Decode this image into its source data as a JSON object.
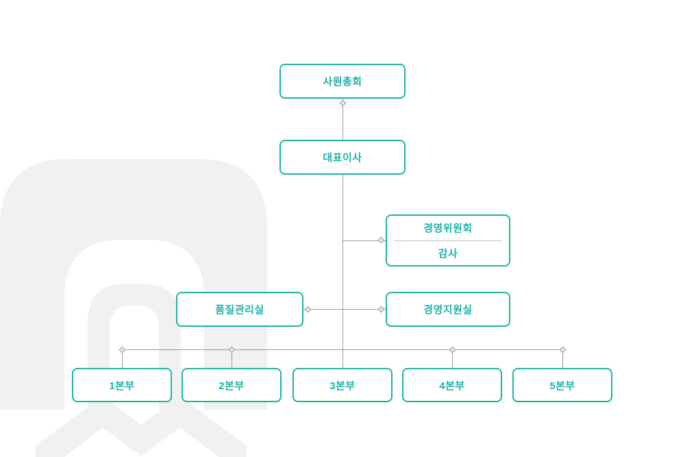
{
  "colors": {
    "accent": "#1db3a8",
    "line": "#9b9b9b",
    "divider": "#c4c4c4",
    "watermark": "#f1f1f1",
    "background": "#ffffff"
  },
  "diagram": {
    "type": "org-chart",
    "nodes": {
      "general_meeting": {
        "label": "사원총회"
      },
      "ceo": {
        "label": "대표이사"
      },
      "committee": {
        "label_top": "경영위원회",
        "label_bottom": "감사"
      },
      "quality_office": {
        "label": "품질관리실"
      },
      "support_office": {
        "label": "경영지원실"
      },
      "division1": {
        "label": "1본부"
      },
      "division2": {
        "label": "2본부"
      },
      "division3": {
        "label": "3본부"
      },
      "division4": {
        "label": "4본부"
      },
      "division5": {
        "label": "5본부"
      }
    },
    "edges": [
      {
        "from": "general_meeting",
        "to": "ceo"
      },
      {
        "from": "ceo",
        "to": "committee"
      },
      {
        "from": "ceo",
        "to": "quality_office"
      },
      {
        "from": "ceo",
        "to": "support_office"
      },
      {
        "from": "ceo",
        "to": "division1"
      },
      {
        "from": "ceo",
        "to": "division2"
      },
      {
        "from": "ceo",
        "to": "division3"
      },
      {
        "from": "ceo",
        "to": "division4"
      },
      {
        "from": "ceo",
        "to": "division5"
      }
    ]
  }
}
